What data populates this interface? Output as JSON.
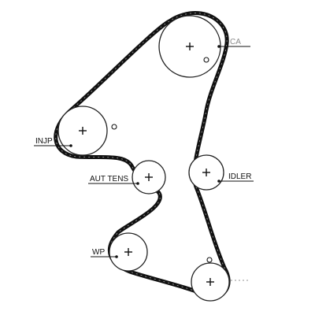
{
  "labels": {
    "cam": "CA",
    "injection_pump": "INJP",
    "auto_tensioner": "AUT TENS",
    "idler": "IDLER",
    "water_pump": "WP"
  },
  "colors": {
    "belt": "#111111",
    "outline": "#222222",
    "background": "#ffffff"
  }
}
